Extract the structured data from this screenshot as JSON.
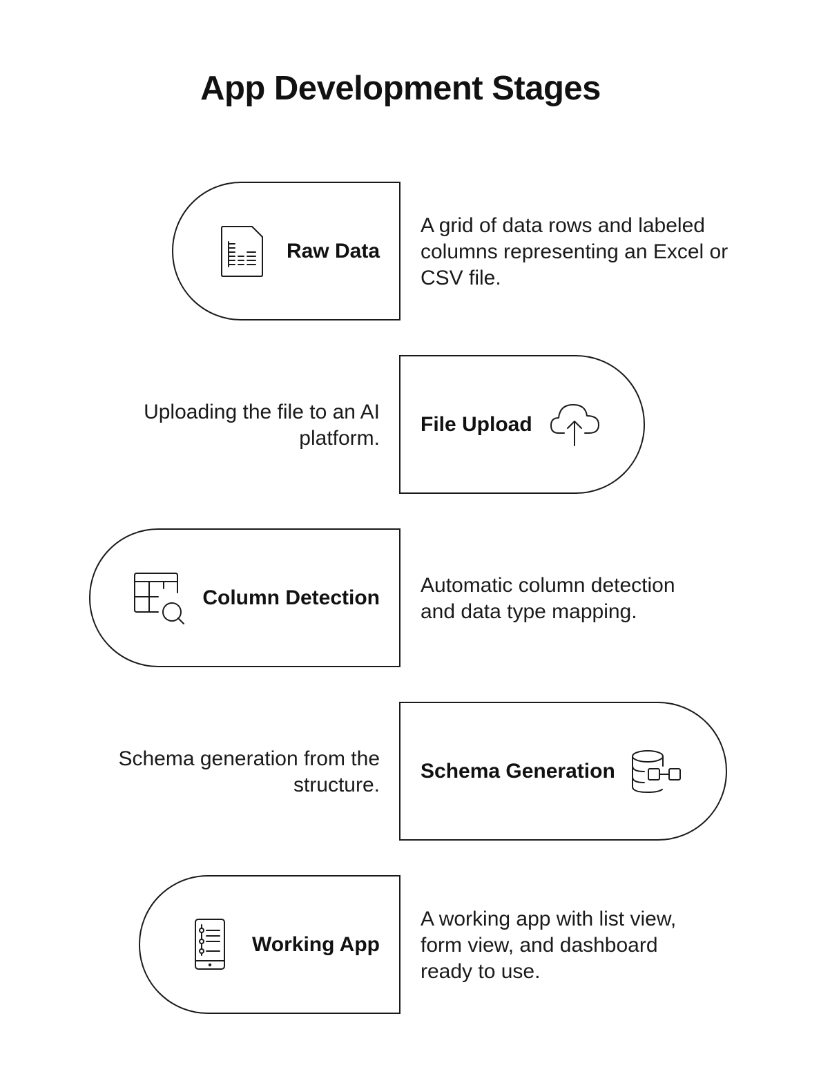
{
  "title": "App Development Stages",
  "stages": [
    {
      "label": "Raw Data",
      "icon": "spreadsheet-file-icon",
      "description": "A grid of data rows and labeled columns representing an Excel or CSV file."
    },
    {
      "label": "File Upload",
      "icon": "cloud-upload-icon",
      "description": "Uploading the file to an AI platform."
    },
    {
      "label": "Column Detection",
      "icon": "table-search-icon",
      "description": "Automatic column detection and data type mapping."
    },
    {
      "label": "Schema Generation",
      "icon": "database-schema-icon",
      "description": "Schema generation from the structure."
    },
    {
      "label": "Working App",
      "icon": "mobile-app-list-icon",
      "description": "A working app with list view, form view, and dashboard ready to use."
    }
  ]
}
